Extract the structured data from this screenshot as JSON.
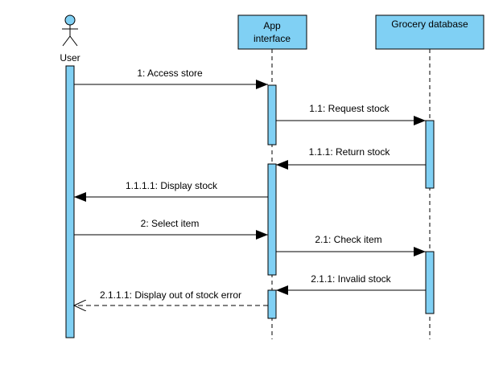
{
  "colors": {
    "fill": "#80D0F4",
    "stroke": "#000000",
    "background": "#ffffff"
  },
  "actor": {
    "label": "User"
  },
  "participants": {
    "app": {
      "line1": "App",
      "line2": "interface"
    },
    "db": {
      "label": "Grocery database"
    }
  },
  "messages": [
    {
      "label": "1: Access store",
      "from": "user",
      "to": "app",
      "style": "solid"
    },
    {
      "label": "1.1: Request stock",
      "from": "app",
      "to": "db",
      "style": "solid"
    },
    {
      "label": "1.1.1: Return stock",
      "from": "db",
      "to": "app",
      "style": "solid"
    },
    {
      "label": "1.1.1.1: Display stock",
      "from": "app",
      "to": "user",
      "style": "solid"
    },
    {
      "label": "2: Select item",
      "from": "user",
      "to": "app",
      "style": "solid"
    },
    {
      "label": "2.1: Check item",
      "from": "app",
      "to": "db",
      "style": "solid"
    },
    {
      "label": "2.1.1: Invalid stock",
      "from": "db",
      "to": "app",
      "style": "solid"
    },
    {
      "label": "2.1.1.1: Display out of stock error",
      "from": "app",
      "to": "user",
      "style": "dashed"
    }
  ]
}
